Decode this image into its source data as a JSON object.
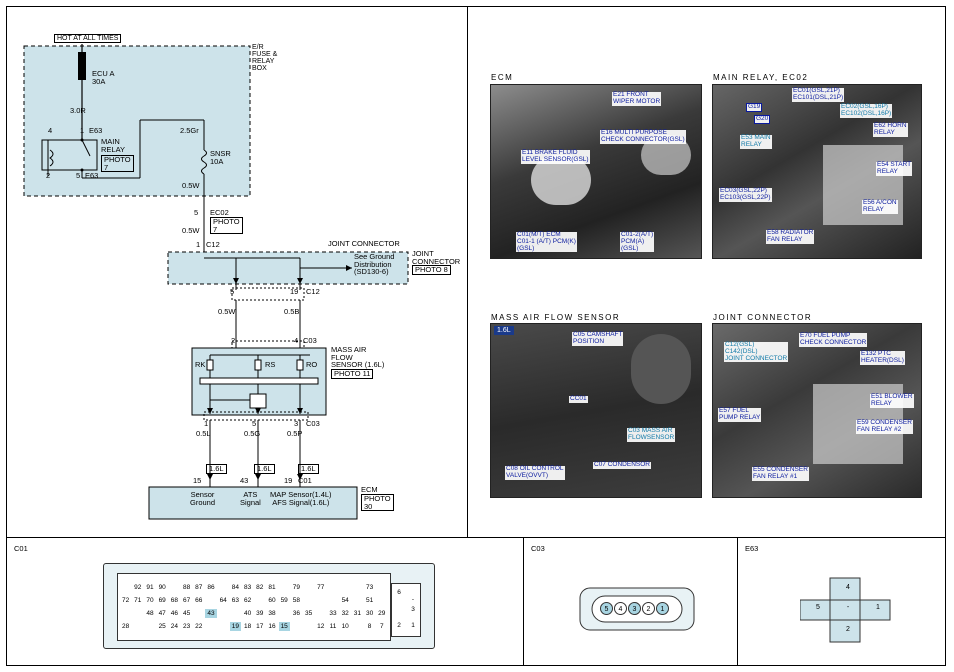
{
  "schematic": {
    "hot_label": "HOT AT ALL TIMES",
    "er_box": "E/R\nFUSE &\nRELAY\nBOX",
    "fuse_ecu": "ECU A\n30A",
    "wire_30r": "3.0R",
    "main_relay": "MAIN\nRELAY",
    "main_relay_photo": "PHOTO\n7",
    "e63_top": "E63",
    "e63_bot": "E63",
    "pin_4": "4",
    "pin_1": "1",
    "pin_2": "2",
    "pin_5": "5",
    "wire_25gr": "2.5Gr",
    "fuse_snsr": "SNSR\n10A",
    "wire_05w_a": "0.5W",
    "ec02": "EC02",
    "ec02_photo": "PHOTO\n7",
    "ec02_pin": "5",
    "wire_05w_b": "0.5W",
    "c12_pin1": "1",
    "c12": "C12",
    "jc_title": "JOINT CONNECTOR",
    "jc_side": "JOINT\nCONNECTOR",
    "jc_photo": "PHOTO 8",
    "ground_ref": "See Ground\nDistribution\n(SD130-6)",
    "c12_pin5": "5",
    "c12_pin19": "19",
    "c12_b": "C12",
    "wire_05w_c": "0.5W",
    "wire_05b": "0.5B",
    "c03_pin2": "2",
    "c03_pin4": "4",
    "c03_top": "C03",
    "maf_title": "MASS AIR\nFLOW\nSENSOR (1.6L)",
    "maf_photo": "PHOTO 11",
    "rk": "RK",
    "rs": "RS",
    "ro": "RO",
    "c03_pin1": "1",
    "c03_pin5": "5",
    "c03_pin3": "3",
    "c03_bot": "C03",
    "wire_05l": "0.5L",
    "wire_05g": "0.5G",
    "wire_05p": "0.5P",
    "lbl_16l_1": "1.6L",
    "lbl_16l_2": "1.6L",
    "lbl_16l_3": "1.6L",
    "ecm_pin15": "15",
    "ecm_pin43": "43",
    "ecm_pin19": "19",
    "c01": "C01",
    "ecm_sensor_ground": "Sensor\nGround",
    "ecm_ats": "ATS\nSignal",
    "ecm_map": "MAP Sensor(1.4L)\nAFS Signal(1.6L)",
    "ecm": "ECM",
    "ecm_photo": "PHOTO\n30"
  },
  "photos": {
    "ecm": {
      "caption": "ECM",
      "callouts": [
        "E21 FRONT\nWIPER MOTOR",
        "E16 MULTI PURPOSE\nCHECK CONNECTOR(GSL)",
        "E11 BRAKE FLUID\nLEVEL SENSOR(GSL)",
        "C01(M/T) ECM\nC01-1 (A/T) PCM(K)\n(GSL)",
        "C01-2(A/T)\nPCM(A)\n(GSL)"
      ]
    },
    "main_relay": {
      "caption": "MAIN RELAY, EC02",
      "callouts": [
        "EC01(GSL,21P)\nEC101(DSL,21P)",
        "EC02(GSL,16P)\nEC102(DSL,16P)",
        "G19",
        "G20",
        "E62 HORN\nRELAY",
        "E53 MAIN\nRELAY",
        "E54 START\nRELAY",
        "EC03(GSL,22P)\nEC103(GSL,22P)",
        "E56 A/CON\nRELAY",
        "E58 RADIATOR\nFAN RELAY"
      ]
    },
    "maf": {
      "caption": "MASS AIR FLOW SENSOR",
      "badge": "1.6L",
      "callouts": [
        "C05 CAMSHAFT\nPOSITION",
        "CC01",
        "C03 MASS AIR\nFLOWSENSOR",
        "C08 OIL CONTROL\nVALVE(OVVT)",
        "C07 CONDENSOR"
      ]
    },
    "joint": {
      "caption": "JOINT CONNECTOR",
      "callouts": [
        "C12(GSL)\nC142(DSL)\nJOINT CONNECTOR",
        "E70 FUEL PUMP\nCHECK CONNECTOR",
        "E132 PTC\nHEATER(DSL)",
        "E51 BLOWER\nRELAY",
        "E57 FUEL\nPUMP RELAY",
        "E59 CONDENSER\nFAN RELAY #2",
        "E55 CONDENSER\nFAN RELAY #1"
      ]
    }
  },
  "connectors": {
    "c01": {
      "title": "C01",
      "row1": [
        "",
        "92",
        "91",
        "90",
        "",
        "88",
        "87",
        "86",
        "",
        "84",
        "83",
        "82",
        "81",
        "",
        "79",
        "",
        "77",
        "",
        "",
        "",
        "73"
      ],
      "row2": [
        "72",
        "71",
        "70",
        "69",
        "68",
        "67",
        "66",
        "",
        "64",
        "63",
        "62",
        "",
        "60",
        "59",
        "58",
        "",
        "",
        "",
        "54",
        "",
        "51"
      ],
      "row3": [
        "",
        "",
        "48",
        "47",
        "46",
        "45",
        "",
        "43",
        "",
        "",
        "40",
        "39",
        "38",
        "",
        "36",
        "35",
        "",
        "33",
        "32",
        "31",
        "30",
        "29"
      ],
      "row4": [
        "28",
        "",
        "",
        "25",
        "24",
        "23",
        "22",
        "",
        "",
        "19",
        "18",
        "17",
        "16",
        "15",
        "",
        "",
        "12",
        "11",
        "10",
        "",
        "8",
        "7"
      ],
      "side": [
        "6",
        "-",
        "3",
        "2",
        "1"
      ],
      "highlight": [
        "43",
        "19",
        "15"
      ]
    },
    "c03": {
      "title": "C03",
      "pins": [
        "5",
        "4",
        "3",
        "2",
        "1"
      ]
    },
    "e63": {
      "title": "E63",
      "pins": [
        "4",
        "5",
        "-",
        "1",
        "2"
      ]
    }
  }
}
